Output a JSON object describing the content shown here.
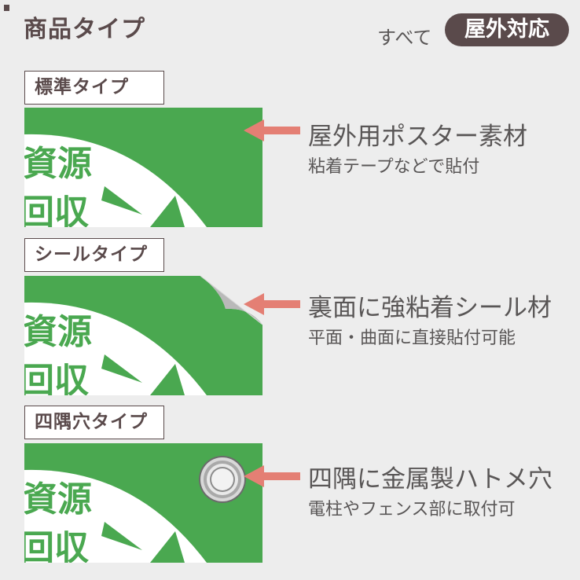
{
  "header": {
    "title": "商品タイプ",
    "all_label": "すべて",
    "badge": "屋外対応"
  },
  "colors": {
    "brown": "#5a4a4b",
    "green": "#4aa850",
    "arrow": "#e47f74",
    "text": "#595656",
    "background": "#ededed"
  },
  "panel_text": {
    "line1": "資源",
    "line2": "回収"
  },
  "types": [
    {
      "label": "標準タイプ",
      "feature": "屋外用ポスター素材",
      "detail": "粘着テープなどで貼付",
      "variant": "standard"
    },
    {
      "label": "シールタイプ",
      "feature": "裏面に強粘着シール材",
      "detail": "平面・曲面に直接貼付可能",
      "variant": "sticker-peel"
    },
    {
      "label": "四隅穴タイプ",
      "feature": "四隅に金属製ハトメ穴",
      "detail": "電柱やフェンス部に取付可",
      "variant": "grommet"
    }
  ]
}
